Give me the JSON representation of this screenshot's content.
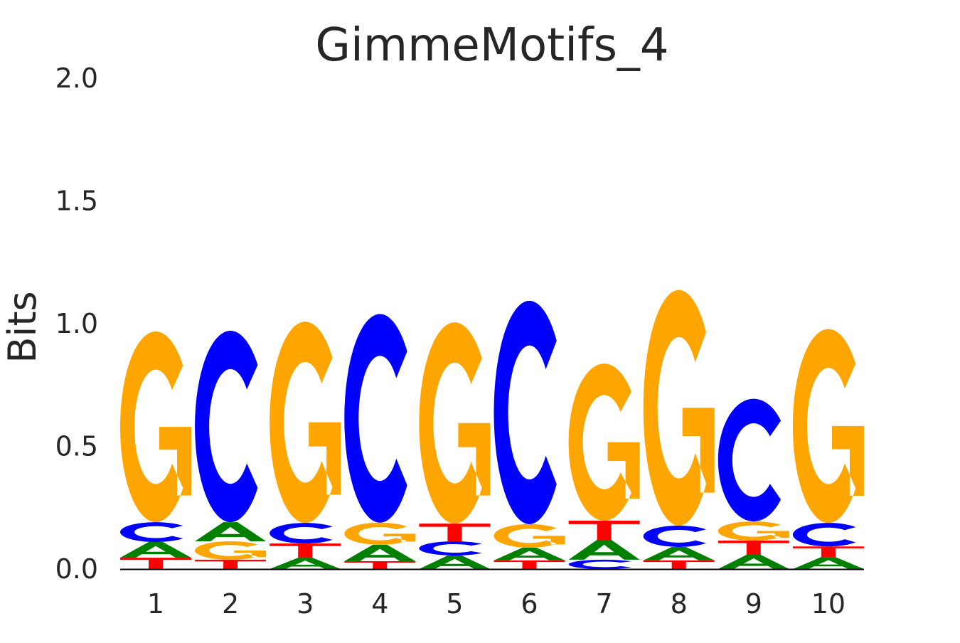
{
  "chart_data": {
    "type": "sequence-logo",
    "title": "GimmeMotifs_4",
    "xlabel": "",
    "ylabel": "Bits",
    "ylim": [
      0,
      2.0
    ],
    "yticks": [
      "0.0",
      "0.5",
      "1.0",
      "1.5",
      "2.0"
    ],
    "ytick_values": [
      0,
      0.5,
      1.0,
      1.5,
      2.0
    ],
    "categories": [
      "1",
      "2",
      "3",
      "4",
      "5",
      "6",
      "7",
      "8",
      "9",
      "10"
    ],
    "colors": {
      "A": "#008000",
      "C": "#0000ff",
      "G": "#ffa500",
      "T": "#ff0000"
    },
    "positions": [
      [
        [
          "T",
          0.046
        ],
        [
          "A",
          0.064
        ],
        [
          "C",
          0.081
        ],
        [
          "G",
          0.777
        ]
      ],
      [
        [
          "T",
          0.038
        ],
        [
          "G",
          0.075
        ],
        [
          "A",
          0.078
        ],
        [
          "C",
          0.78
        ]
      ],
      [
        [
          "A",
          0.046
        ],
        [
          "T",
          0.058
        ],
        [
          "C",
          0.084
        ],
        [
          "G",
          0.82
        ]
      ],
      [
        [
          "T",
          0.032
        ],
        [
          "A",
          0.067
        ],
        [
          "G",
          0.09
        ],
        [
          "C",
          0.85
        ]
      ],
      [
        [
          "A",
          0.055
        ],
        [
          "C",
          0.058
        ],
        [
          "T",
          0.072
        ],
        [
          "G",
          0.82
        ]
      ],
      [
        [
          "T",
          0.035
        ],
        [
          "A",
          0.052
        ],
        [
          "G",
          0.096
        ],
        [
          "C",
          0.91
        ]
      ],
      [
        [
          "C",
          0.038
        ],
        [
          "A",
          0.081
        ],
        [
          "T",
          0.078
        ],
        [
          "G",
          0.64
        ]
      ],
      [
        [
          "T",
          0.035
        ],
        [
          "A",
          0.055
        ],
        [
          "C",
          0.087
        ],
        [
          "G",
          0.96
        ]
      ],
      [
        [
          "A",
          0.058
        ],
        [
          "T",
          0.058
        ],
        [
          "G",
          0.078
        ],
        [
          "C",
          0.5
        ]
      ],
      [
        [
          "A",
          0.049
        ],
        [
          "T",
          0.043
        ],
        [
          "C",
          0.096
        ],
        [
          "G",
          0.79
        ]
      ]
    ]
  }
}
